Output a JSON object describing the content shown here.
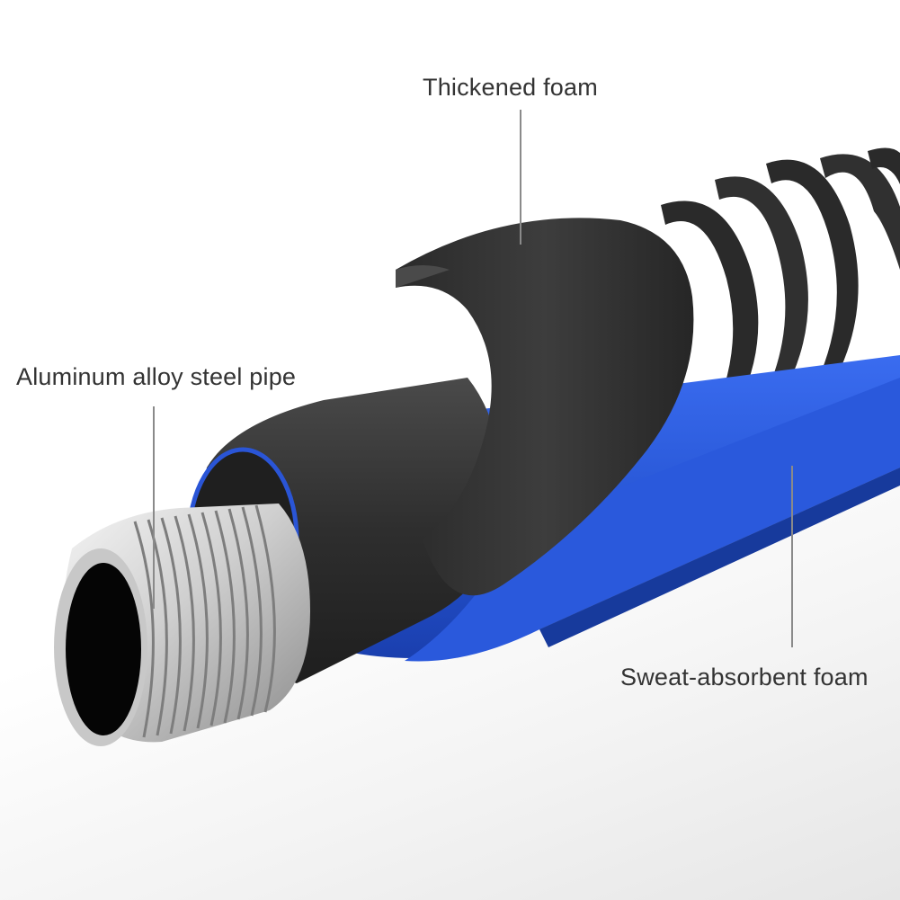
{
  "labels": {
    "thickened_foam": "Thickened foam",
    "pipe": "Aluminum alloy steel pipe",
    "sweat_foam": "Sweat-absorbent foam"
  },
  "colors": {
    "foam_dark": "#2b2b2b",
    "foam_mid": "#3a3a3a",
    "sweat_blue": "#2a55d6",
    "sweat_blue_dark": "#1a3fae",
    "metal_light": "#e8e8e8",
    "metal_dark": "#9a9a9a",
    "leader_line": "#8a8a8a"
  }
}
